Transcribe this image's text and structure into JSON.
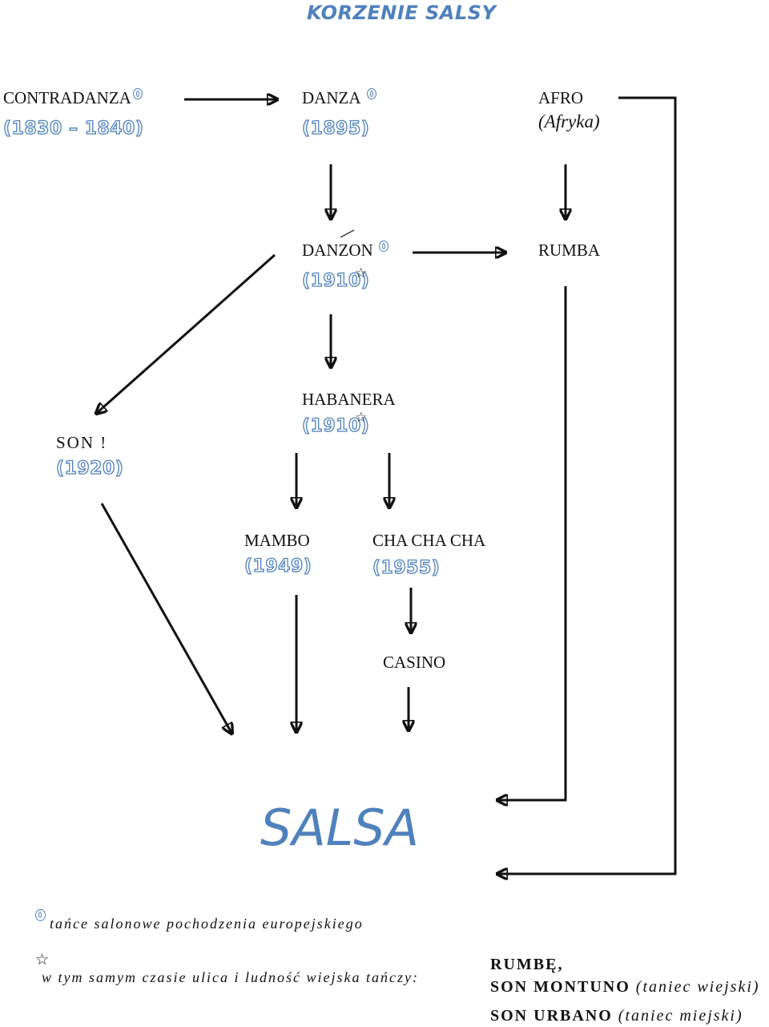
{
  "title": "KORZENIE SALSY",
  "nodes": {
    "contradanza": {
      "label": "CONTRADANZA",
      "year": "(1830 – 1840)"
    },
    "danza": {
      "label": "DANZA",
      "year": "(1895)"
    },
    "afro": {
      "label": "AFRO",
      "sub": "(Afryka)"
    },
    "danzon": {
      "label": "DANZON",
      "year": "(1910)"
    },
    "rumba": {
      "label": "RUMBA"
    },
    "habanera": {
      "label": "HABANERA",
      "year": "(1910)"
    },
    "son": {
      "label": "SON !",
      "year": "(1920)"
    },
    "mambo": {
      "label": "MAMBO",
      "year": "(1949)"
    },
    "chachacha": {
      "label": "CHA CHA CHA",
      "year": "(1955)"
    },
    "casino": {
      "label": "CASINO"
    },
    "salsa": {
      "label": "SALSA"
    }
  },
  "legend": {
    "circle_note": "tańce salonowe pochodzenia europejskiego",
    "star_note": "w tym samym czasie ulica i ludność wiejska tańczy:",
    "street_dances": {
      "rumbe": "RUMBĘ,",
      "son_montuno": "SON MONTUNO",
      "son_montuno_note": "(taniec wiejski)",
      "son_urbano": "SON URBANO",
      "son_urbano_note": "(taniec miejski)"
    }
  },
  "icons": {
    "circle": "european-salon-dance-mark-icon",
    "star": "star-icon"
  },
  "colors": {
    "accent": "#4f81bd",
    "ink": "#111111"
  }
}
